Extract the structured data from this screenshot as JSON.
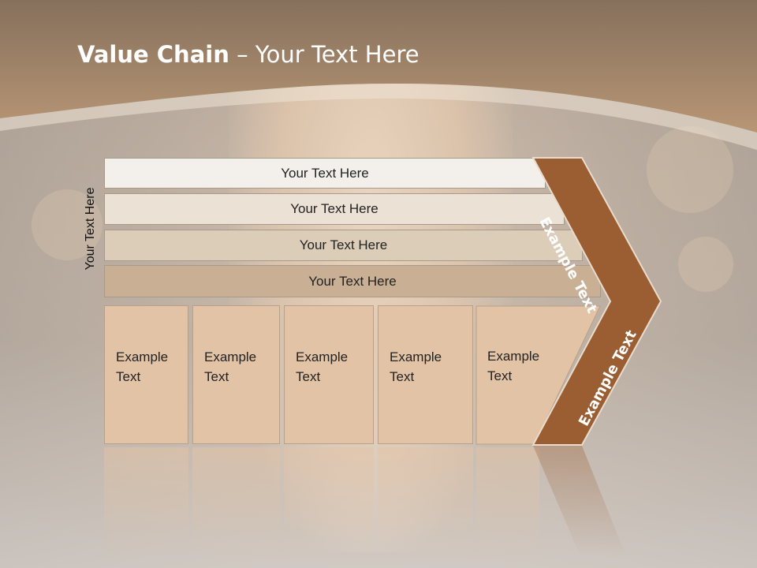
{
  "title": {
    "bold": "Value Chain",
    "rest": " – Your Text Here"
  },
  "side_label": "Your Text Here",
  "rows": [
    {
      "label": "Your Text Here",
      "color": "#f3efea"
    },
    {
      "label": "Your Text Here",
      "color": "#ebe1d5"
    },
    {
      "label": "Your Text Here",
      "color": "#dccdb9"
    },
    {
      "label": "Your Text Here",
      "color": "#c9b095"
    }
  ],
  "boxes": [
    {
      "line1": "Example",
      "line2": "Text"
    },
    {
      "line1": "Example",
      "line2": "Text"
    },
    {
      "line1": "Example",
      "line2": "Text"
    },
    {
      "line1": "Example",
      "line2": "Text"
    },
    {
      "line1": "Example",
      "line2": "Text"
    }
  ],
  "chevron": {
    "upper_label": "Example Text",
    "lower_label": "Example Text",
    "color": "#9a5e32"
  },
  "colors": {
    "header": "#b08e6e",
    "box_fill": "#e2c3a6"
  }
}
